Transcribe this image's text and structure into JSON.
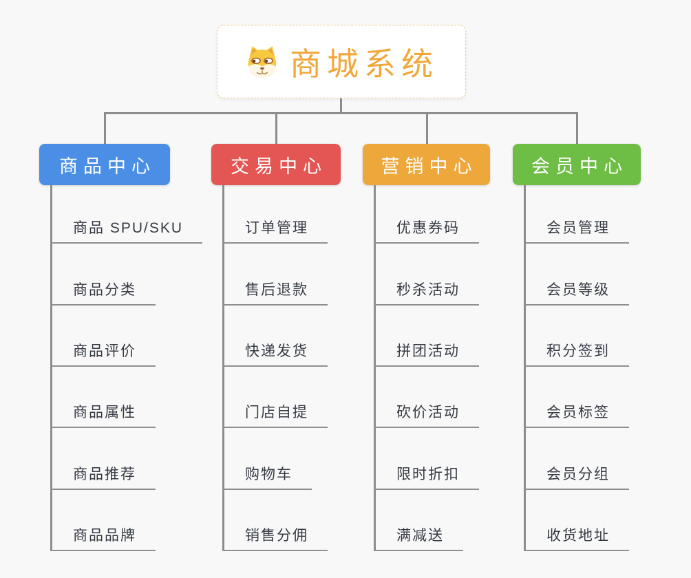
{
  "page": {
    "background_color": "#f8f8f8",
    "connector_color": "#8c8c8c"
  },
  "root": {
    "title": "商城系统",
    "icon": "dog-face-icon",
    "text_color": "#f0a83c",
    "border_color": "#f2c88c"
  },
  "branches": [
    {
      "label": "商品中心",
      "color": "#4a8ee6",
      "children": [
        "商品 SPU/SKU",
        "商品分类",
        "商品评价",
        "商品属性",
        "商品推荐",
        "商品品牌"
      ]
    },
    {
      "label": "交易中心",
      "color": "#e45653",
      "children": [
        "订单管理",
        "售后退款",
        "快递发货",
        "门店自提",
        "购物车",
        "销售分佣"
      ]
    },
    {
      "label": "营销中心",
      "color": "#eda73b",
      "children": [
        "优惠券码",
        "秒杀活动",
        "拼团活动",
        "砍价活动",
        "限时折扣",
        "满减送"
      ]
    },
    {
      "label": "会员中心",
      "color": "#6ebe45",
      "children": [
        "会员管理",
        "会员等级",
        "积分签到",
        "会员标签",
        "会员分组",
        "收货地址"
      ]
    }
  ]
}
